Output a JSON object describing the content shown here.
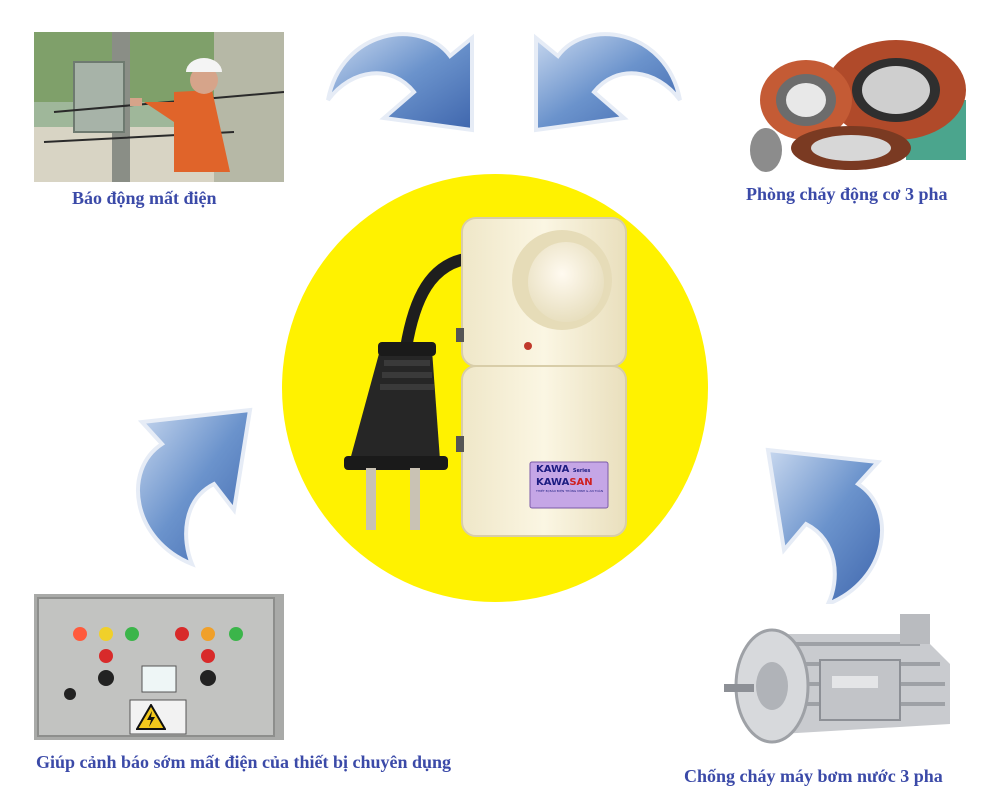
{
  "captions": {
    "top_left": "Báo động mất điện",
    "top_right": "Phòng cháy động cơ 3 pha",
    "bottom_left": "Giúp cảnh báo sớm mất điện của thiết bị chuyên dụng",
    "bottom_right": "Chống cháy máy bơm nước 3 pha"
  },
  "device_label": {
    "brand_line1": "KAWA",
    "series": "Series",
    "brand_line2_a": "KAWA",
    "brand_line2_b": "SAN",
    "tagline": "THIẾT BỊ BÁO ĐIỆN THÔNG MINH & AN TOÀN"
  },
  "colors": {
    "caption": "#3b4aa8",
    "circle": "#fff200",
    "arrow": "#5c86c4"
  },
  "icons": [
    "curved-arrow-icon",
    "warning-lightning-icon"
  ]
}
